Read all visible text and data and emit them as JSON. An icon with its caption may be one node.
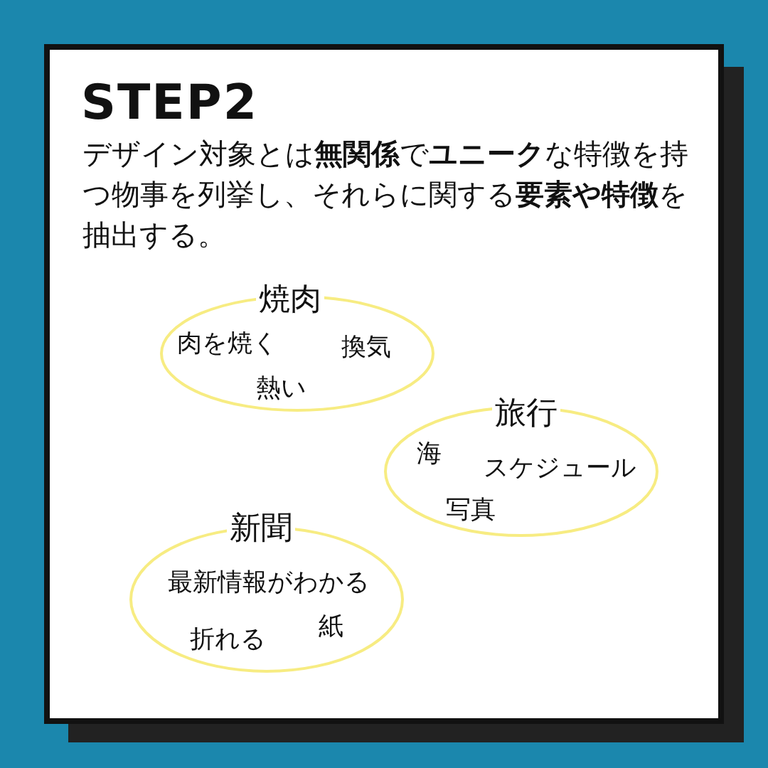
{
  "diagram": {
    "title": "STEP2",
    "nodes": [
      {
        "text": [
          "焼肉",
          "肉を焼く",
          "換気",
          "熱い"
        ]
      },
      {
        "text": [
          "旅行",
          "海",
          "スケジュール",
          "写真"
        ]
      },
      {
        "text": [
          "新聞",
          "最新情報がわかる",
          "折れる",
          "紙"
        ]
      }
    ],
    "labels": [
      "デザイン対象とは**無関係**で**ユニーク**な特徴を持つ物事を列挙し、それらに関する**要素や特徴**を抽出する。"
    ]
  }
}
